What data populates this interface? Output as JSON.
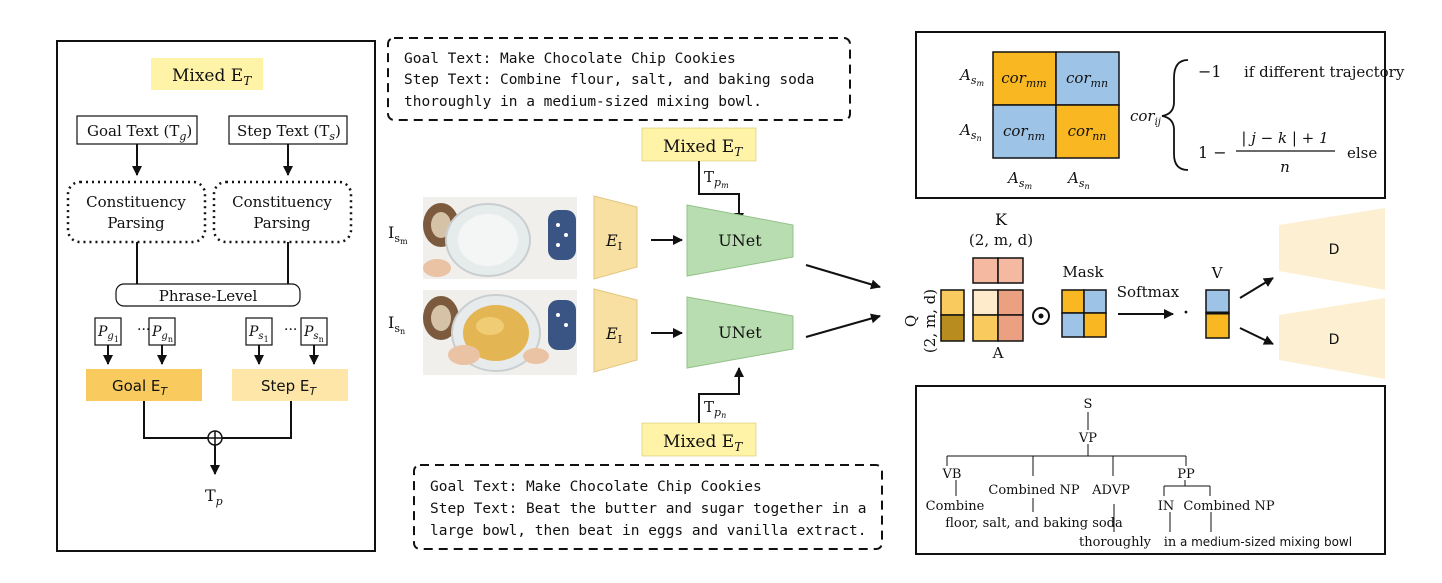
{
  "left_panel": {
    "mixed_label": "Mixed E",
    "mixed_sub": "T",
    "goal_text_label": "Goal Text (T",
    "goal_text_sub": "g",
    "step_text_label": "Step Text (T",
    "step_text_sub": "s",
    "paren_close": ")",
    "parse_line1": "Constituency",
    "parse_line2": "Parsing",
    "phrase_level": "Phrase-Level",
    "p_letter": "P",
    "pg1_sub": "g",
    "pg1_subsub": "1",
    "pgn_sub": "g",
    "pgn_subsub": "n",
    "ps1_sub": "s",
    "ps1_subsub": "1",
    "psn_sub": "s",
    "psn_subsub": "n",
    "ellipsis": "···",
    "goal_et": "Goal E",
    "step_et": "Step E",
    "et_sub": "T",
    "oplus": "⊕",
    "tp_main": "T",
    "tp_sub": "p"
  },
  "top_text_box": {
    "line1": "Goal Text: Make Chocolate Chip Cookies",
    "line2": "Step Text: Combine flour, salt, and baking soda",
    "line3": "thoroughly in a medium-sized mixing bowl."
  },
  "bottom_text_box": {
    "line1": "Goal Text: Make Chocolate Chip Cookies",
    "line2": "Step Text: Beat the butter and sugar together in a",
    "line3": "large bowl, then beat in eggs and vanilla extract."
  },
  "middle": {
    "mixed_label": "Mixed E",
    "mixed_sub": "T",
    "t_main": "T",
    "tpm_sub": "p",
    "tpm_subsub": "m",
    "tpn_sub": "p",
    "tpn_subsub": "n",
    "ism_main": "I",
    "ism_sub": "s",
    "ism_subsub": "m",
    "isn_main": "I",
    "isn_sub": "s",
    "isn_subsub": "n",
    "ei_main": "E",
    "ei_sub": "I",
    "unet": "UNet"
  },
  "attention": {
    "k_label": "K",
    "k_dims": "(2, m, d)",
    "q_label": "Q",
    "q_dims": "(2, m, d)",
    "a_label": "A",
    "odot": "⊙",
    "mask_label": "Mask",
    "softmax_label": "Softmax",
    "dot": "·",
    "v_label": "V",
    "decoder_label": "D"
  },
  "corr_box": {
    "a_main": "A",
    "a_sub": "s",
    "m": "m",
    "n": "n",
    "cor": "cor",
    "mm": "mm",
    "mn": "mn",
    "nm": "nm",
    "nn": "nn",
    "ij": "ij",
    "minus_one": "−1",
    "case1": "if different trajectory",
    "one_minus": "1 −",
    "numerator": "| j − k | + 1",
    "denominator": "n",
    "case2": "else"
  },
  "parse_tree": {
    "s": "S",
    "vp": "VP",
    "vb": "VB",
    "combined_np": "Combined NP",
    "advp": "ADVP",
    "pp": "PP",
    "in_tag": "IN",
    "combined_np2": "Combined NP",
    "combine": "Combine",
    "floor": "floor, salt, and baking soda",
    "thoroughly": "thoroughly",
    "in_word": "in",
    "bowl": "a medium-sized mixing bowl"
  },
  "colors": {
    "orange": "#F9B822",
    "blue": "#9DC3E6",
    "green": "#B8DDB0",
    "yellow_box": "#FFF3A8",
    "goal_et": "#F9CB5F",
    "step_et": "#FDE6A8",
    "encoder": "#F8E0A2",
    "decoder": "#FDF0D2",
    "k_block": "#F4B9A0",
    "a_light": "#FDEBCB",
    "a_salmon": "#EBA081",
    "q_dark": "#B88C1E"
  }
}
